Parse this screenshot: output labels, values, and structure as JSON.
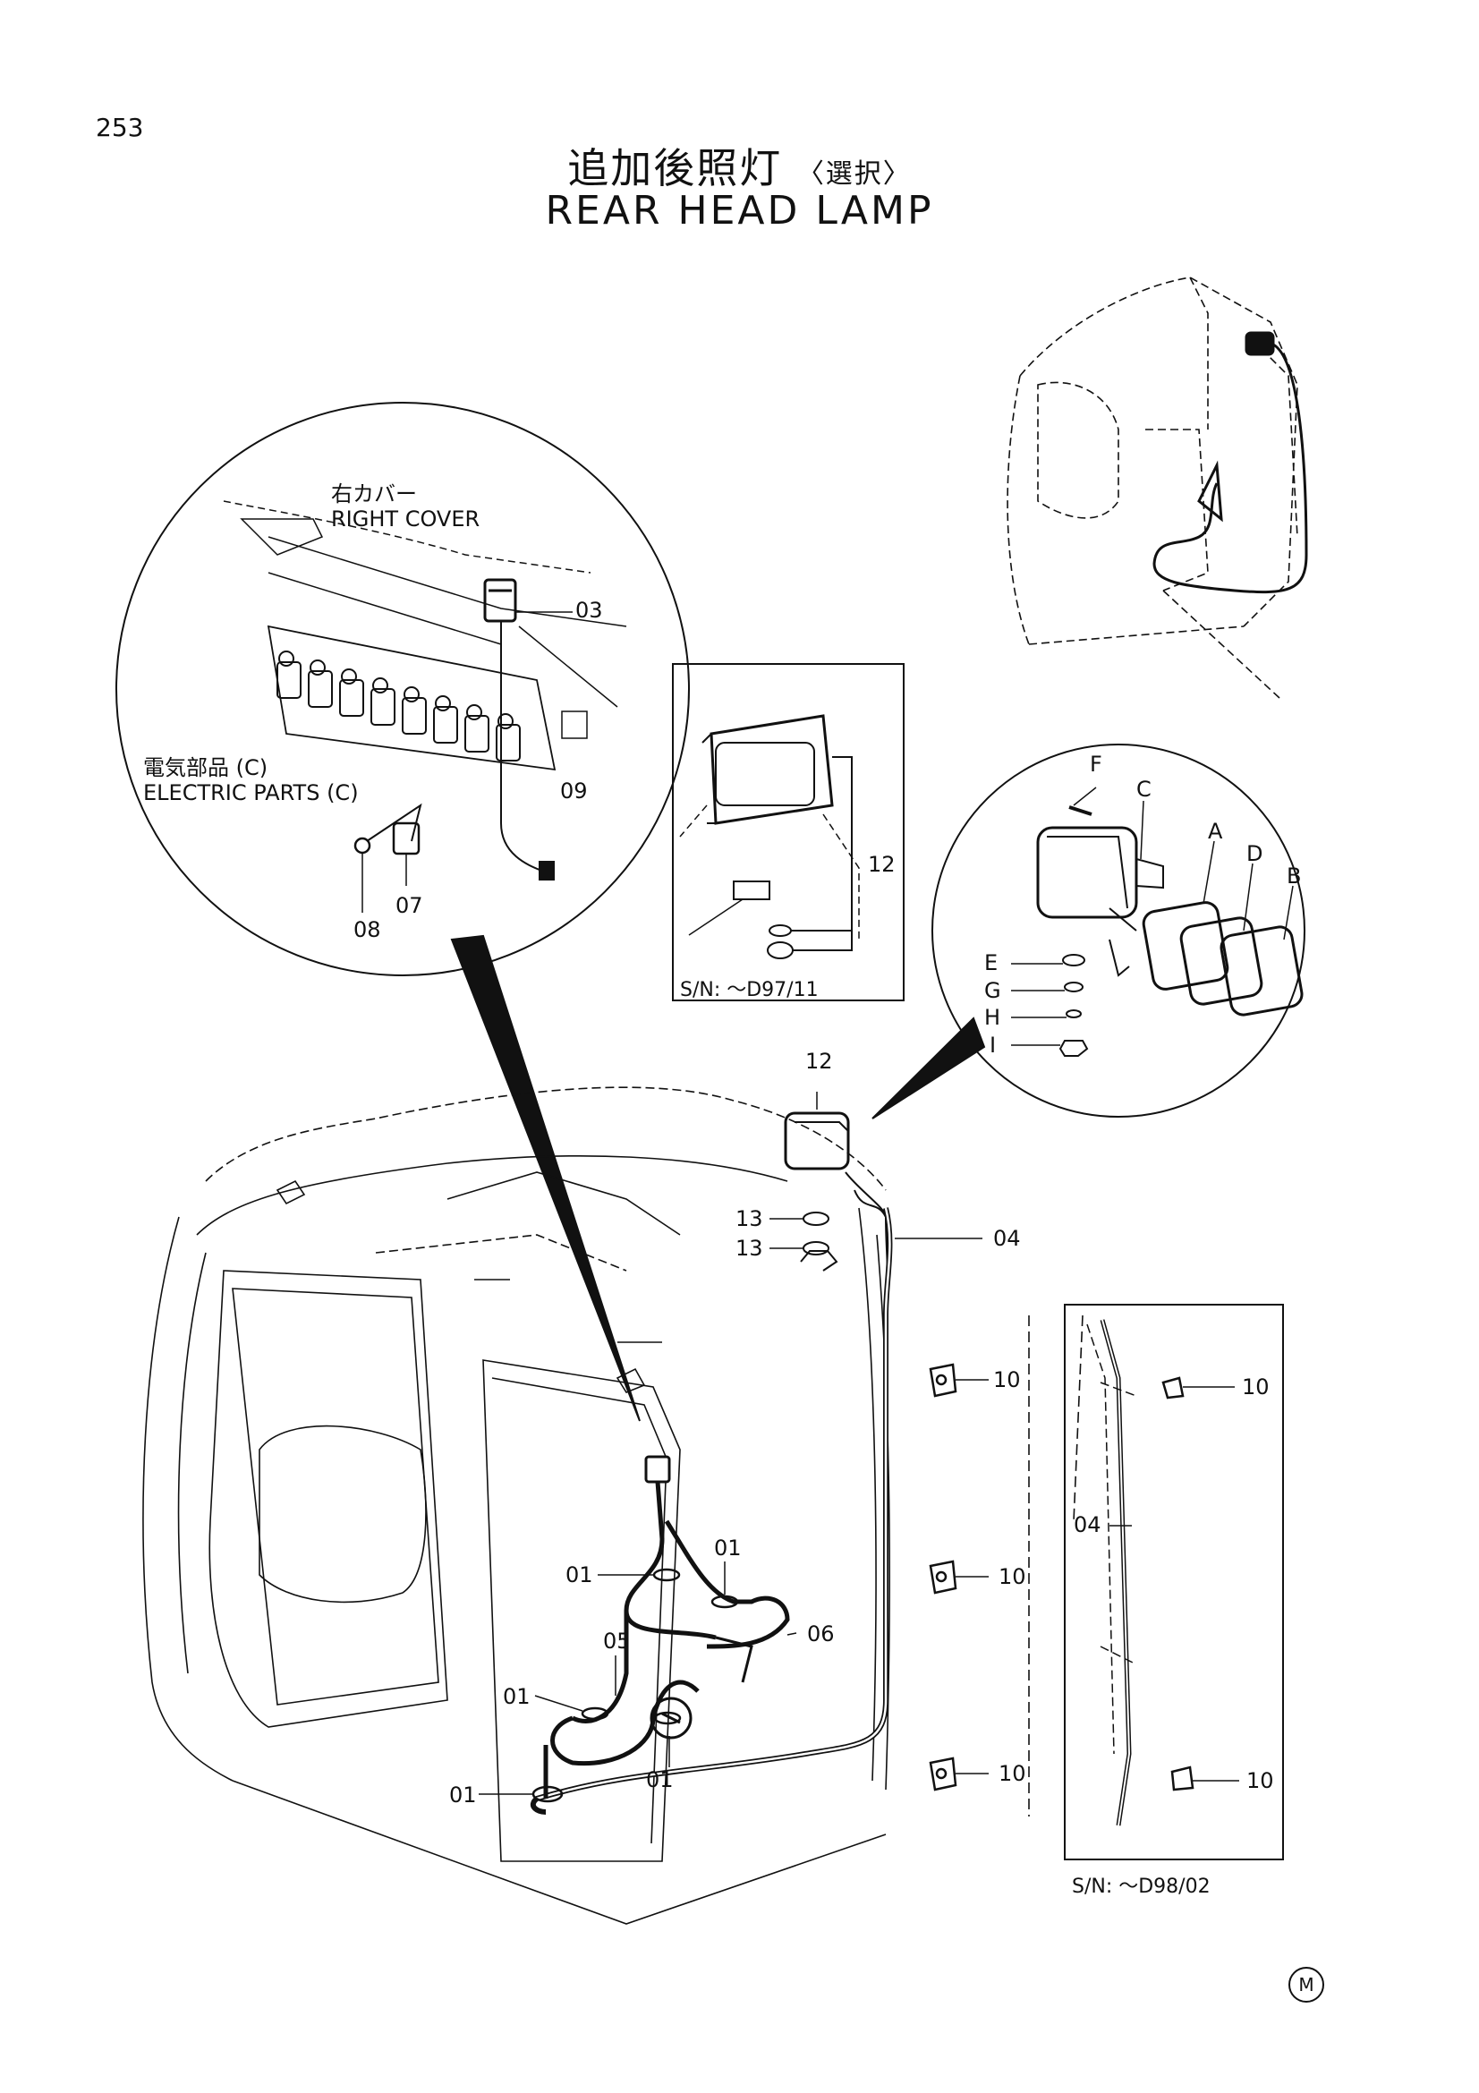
{
  "page_number": "253",
  "title_jp": "追加後照灯",
  "title_jp_note": "〈選択〉",
  "title_en": "REAR HEAD LAMP",
  "labels": {
    "right_cover_jp": "右カバー",
    "right_cover_en": "RIGHT COVER",
    "electric_parts_jp": "電気部品 (C)",
    "electric_parts_en": "ELECTRIC PARTS (C)",
    "p03": "03",
    "p09": "09",
    "p07": "07",
    "p08": "08",
    "p12_inset": "12",
    "sn_d97": "S/N: ～D97/11",
    "F": "F",
    "C": "C",
    "A": "A",
    "D": "D",
    "B": "B",
    "E": "E",
    "G": "G",
    "H": "H",
    "I": "I",
    "p12": "12",
    "p13a": "13",
    "p13b": "13",
    "p04": "04",
    "p10a": "10",
    "p10b": "10",
    "p10c": "10",
    "p01a": "01",
    "p01b": "01",
    "p01c": "01",
    "p01d": "01",
    "p01e": "01",
    "p05": "05",
    "p06": "06",
    "p04_inset": "04",
    "p10_inset_a": "10",
    "p10_inset_b": "10",
    "sn_d98": "S/N: ～D98/02",
    "m_mark": "M"
  }
}
